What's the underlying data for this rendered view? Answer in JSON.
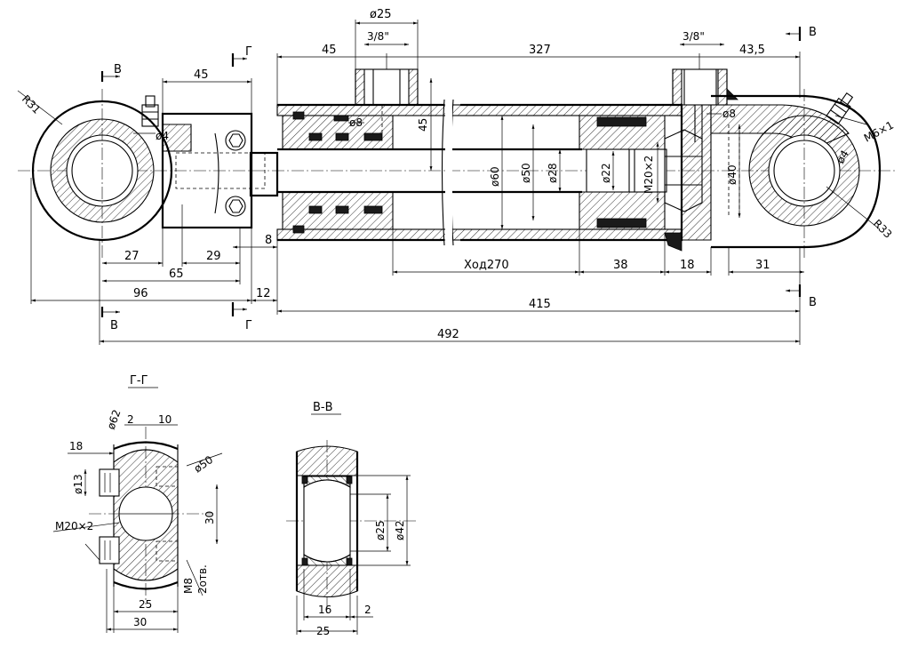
{
  "main_view": {
    "dims": {
      "d25": "ø25",
      "pipe_left": "3/8\"",
      "pipe_right": "3/8\"",
      "l45_top": "45",
      "l327": "327",
      "l43_5": "43,5",
      "l45_eye": "45",
      "d8_left": "ø8",
      "d8_right": "ø8",
      "d4_left": "ø4",
      "d4_right": "ø4",
      "v45": "45",
      "d60": "ø60",
      "d50": "ø50",
      "d28": "ø28",
      "d22": "ø22",
      "m20": "M20×2",
      "d40": "ø40",
      "m6": "M6×1",
      "r31": "R31",
      "r33": "R33",
      "l27": "27",
      "l65": "65",
      "l29": "29",
      "l8": "8",
      "stroke": "Ход270",
      "l38": "38",
      "l18": "18",
      "l31": "31",
      "l96": "96",
      "l12": "12",
      "l415": "415",
      "l492": "492"
    },
    "section_marks": {
      "v_left_top": "В",
      "v_left_bottom": "В",
      "g_top": "Г",
      "g_bottom": "Г",
      "v_right_top": "В",
      "v_right_bottom": "В"
    }
  },
  "section_gg": {
    "title": "Г-Г",
    "dims": {
      "d62": "ø62",
      "l2": "2",
      "l10": "10",
      "l18": "18",
      "d13": "ø13",
      "d50": "ø50",
      "m20": "M20×2",
      "l30v": "30",
      "m8": "M8",
      "holes": "2отв.",
      "l25": "25",
      "l30": "30"
    }
  },
  "section_vv": {
    "title": "В-В",
    "dims": {
      "d25": "ø25",
      "d42": "ø42",
      "l16": "16",
      "l2": "2",
      "l25": "25"
    }
  }
}
